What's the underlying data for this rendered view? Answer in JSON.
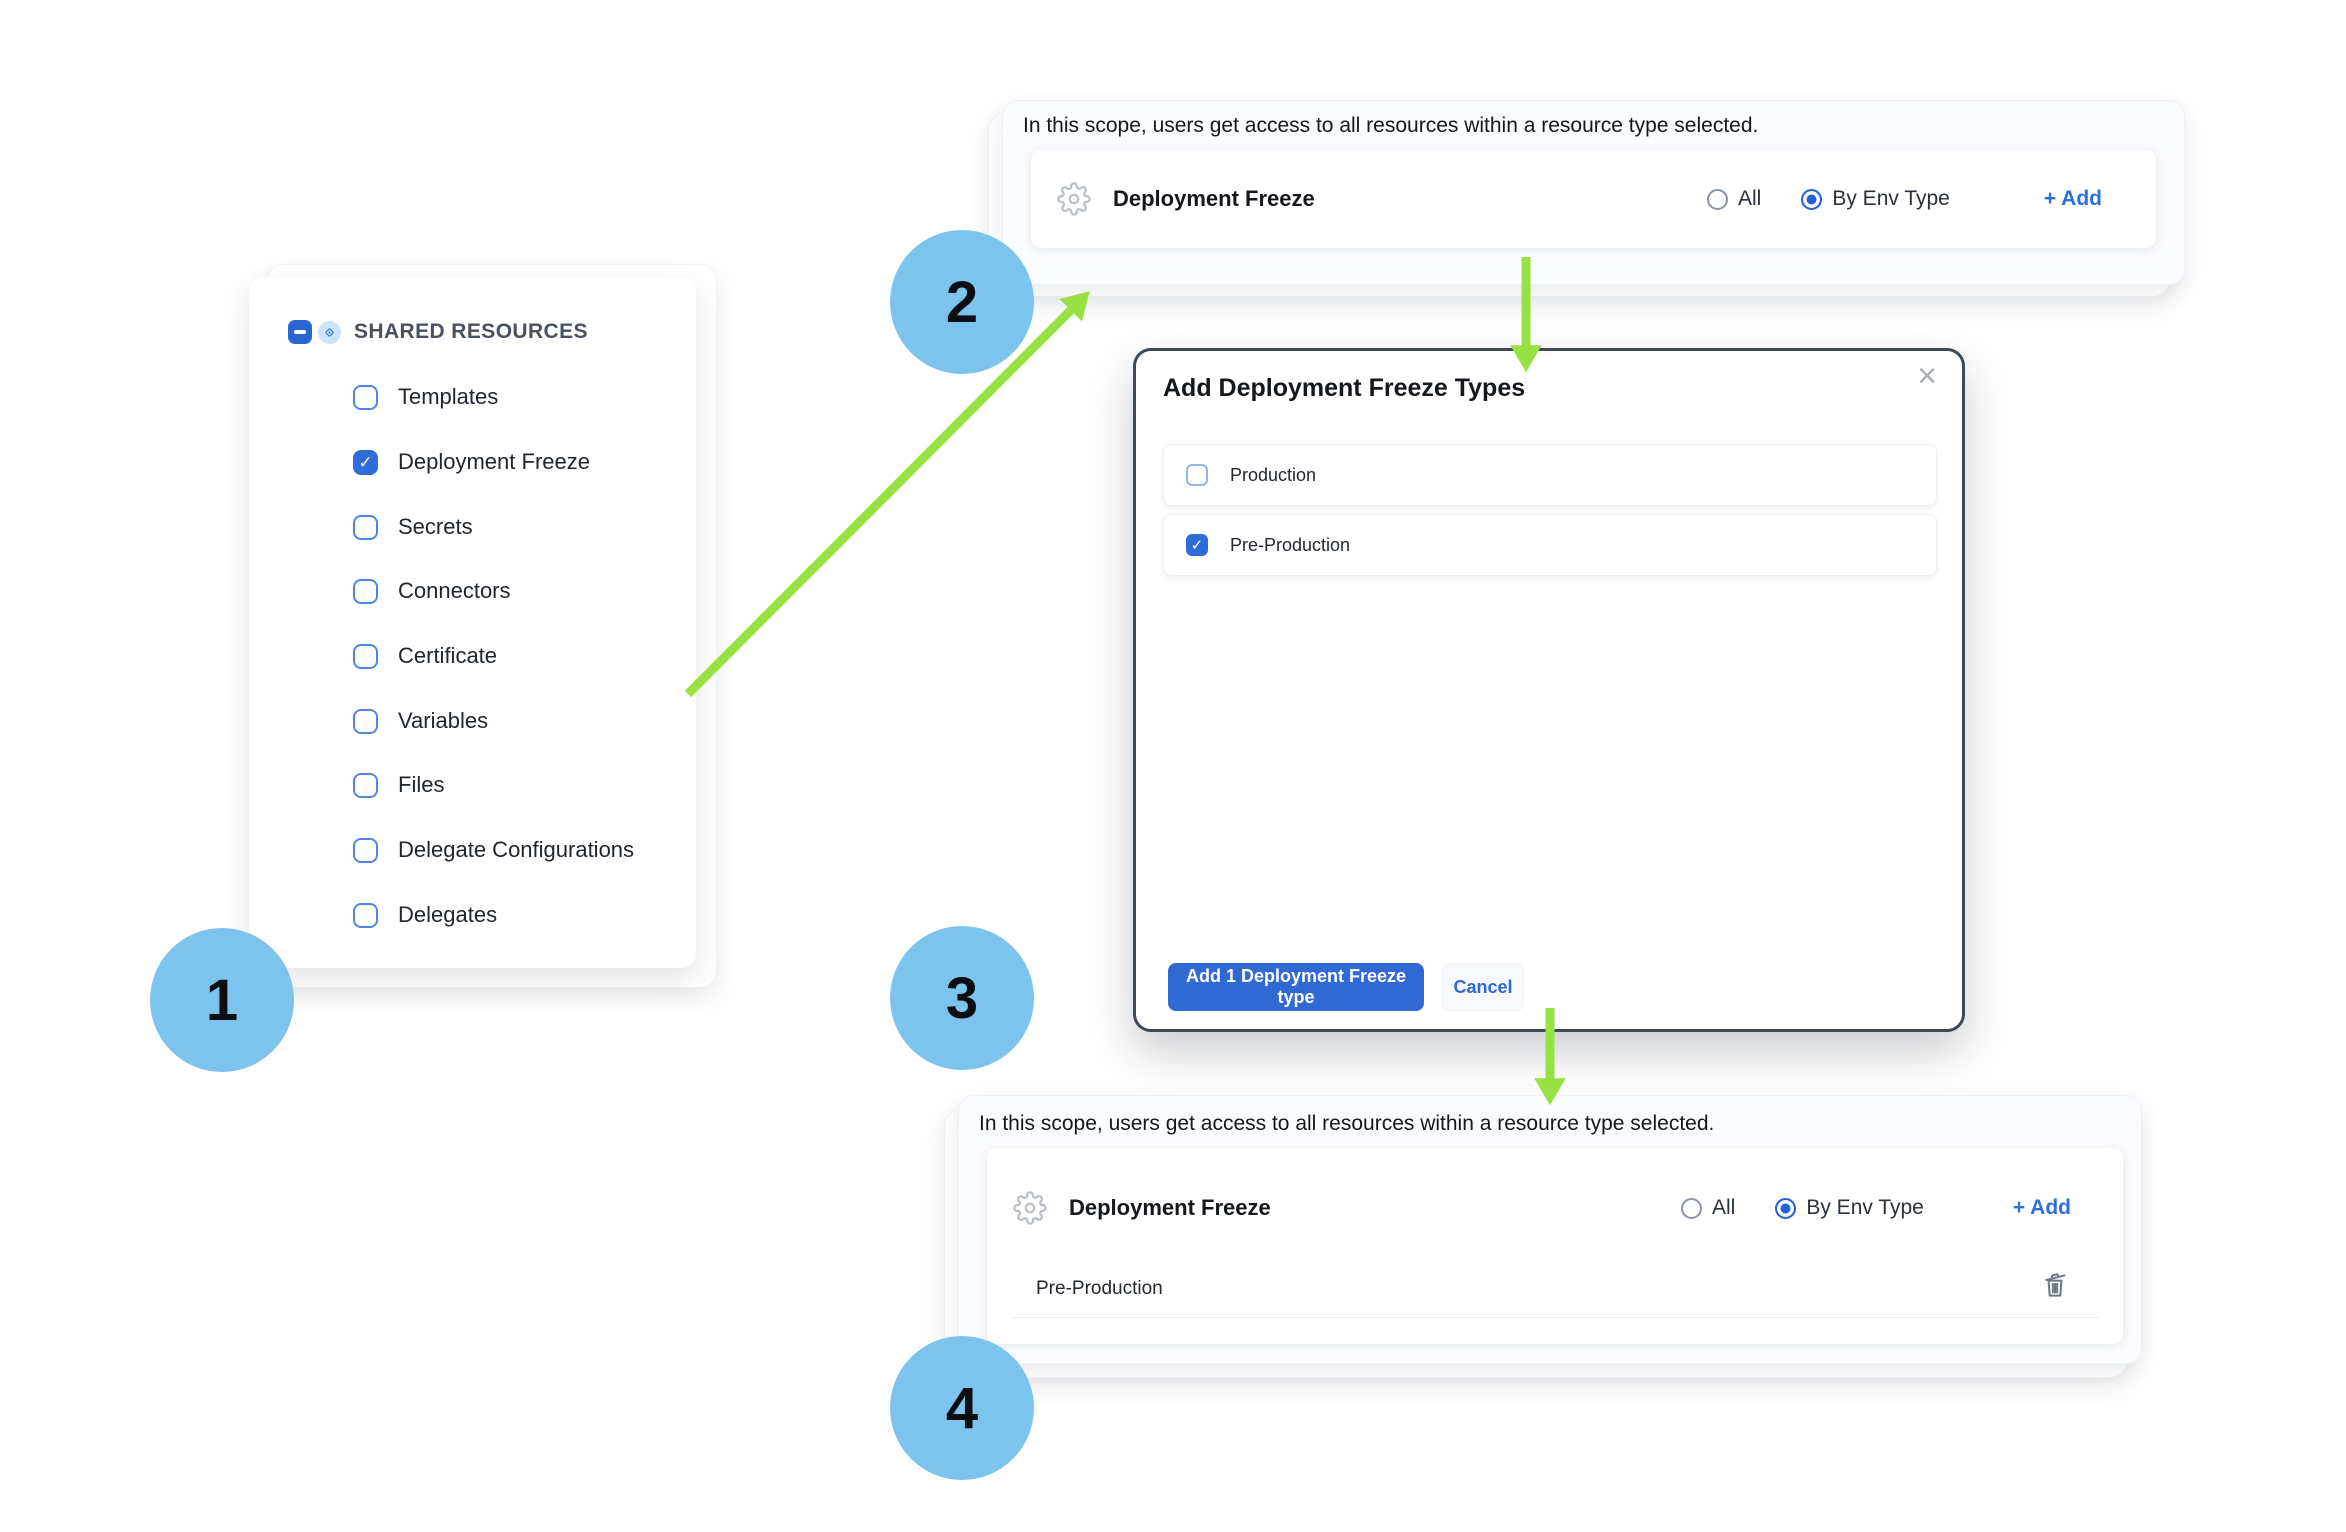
{
  "colors": {
    "accent_blue": "#2f6cd9",
    "link_blue": "#2e6fe0",
    "button_blue": "#3068d4",
    "badge_blue": "#7cc3ee",
    "arrow_green": "#97e142",
    "modal_border": "#3f4a56",
    "icon_gray": "#b9bfc8"
  },
  "shared_panel": {
    "title": "SHARED RESOURCES",
    "items": [
      {
        "label": "Templates",
        "checked": false
      },
      {
        "label": "Deployment Freeze",
        "checked": true
      },
      {
        "label": "Secrets",
        "checked": false
      },
      {
        "label": "Connectors",
        "checked": false
      },
      {
        "label": "Certificate",
        "checked": false
      },
      {
        "label": "Variables",
        "checked": false
      },
      {
        "label": "Files",
        "checked": false
      },
      {
        "label": "Delegate Configurations",
        "checked": false
      },
      {
        "label": "Delegates",
        "checked": false
      }
    ]
  },
  "scope_top": {
    "description": "In this scope, users get access to all resources within a resource type selected.",
    "row_label": "Deployment Freeze",
    "all_label": "All",
    "by_env_label": "By Env Type",
    "selected_option": "By Env Type",
    "add_label": "+ Add"
  },
  "modal": {
    "title": "Add Deployment Freeze Types",
    "close_icon": "×",
    "options": [
      {
        "label": "Production",
        "checked": false
      },
      {
        "label": "Pre-Production",
        "checked": true
      }
    ],
    "submit_label": "Add 1 Deployment Freeze type",
    "cancel_label": "Cancel"
  },
  "scope_bottom": {
    "description": "In this scope, users get access to all resources within a resource type selected.",
    "row_label": "Deployment Freeze",
    "all_label": "All",
    "by_env_label": "By Env Type",
    "selected_option": "By Env Type",
    "add_label": "+ Add",
    "env_types": [
      {
        "label": "Pre-Production"
      }
    ]
  },
  "steps": [
    "1",
    "2",
    "3",
    "4"
  ]
}
